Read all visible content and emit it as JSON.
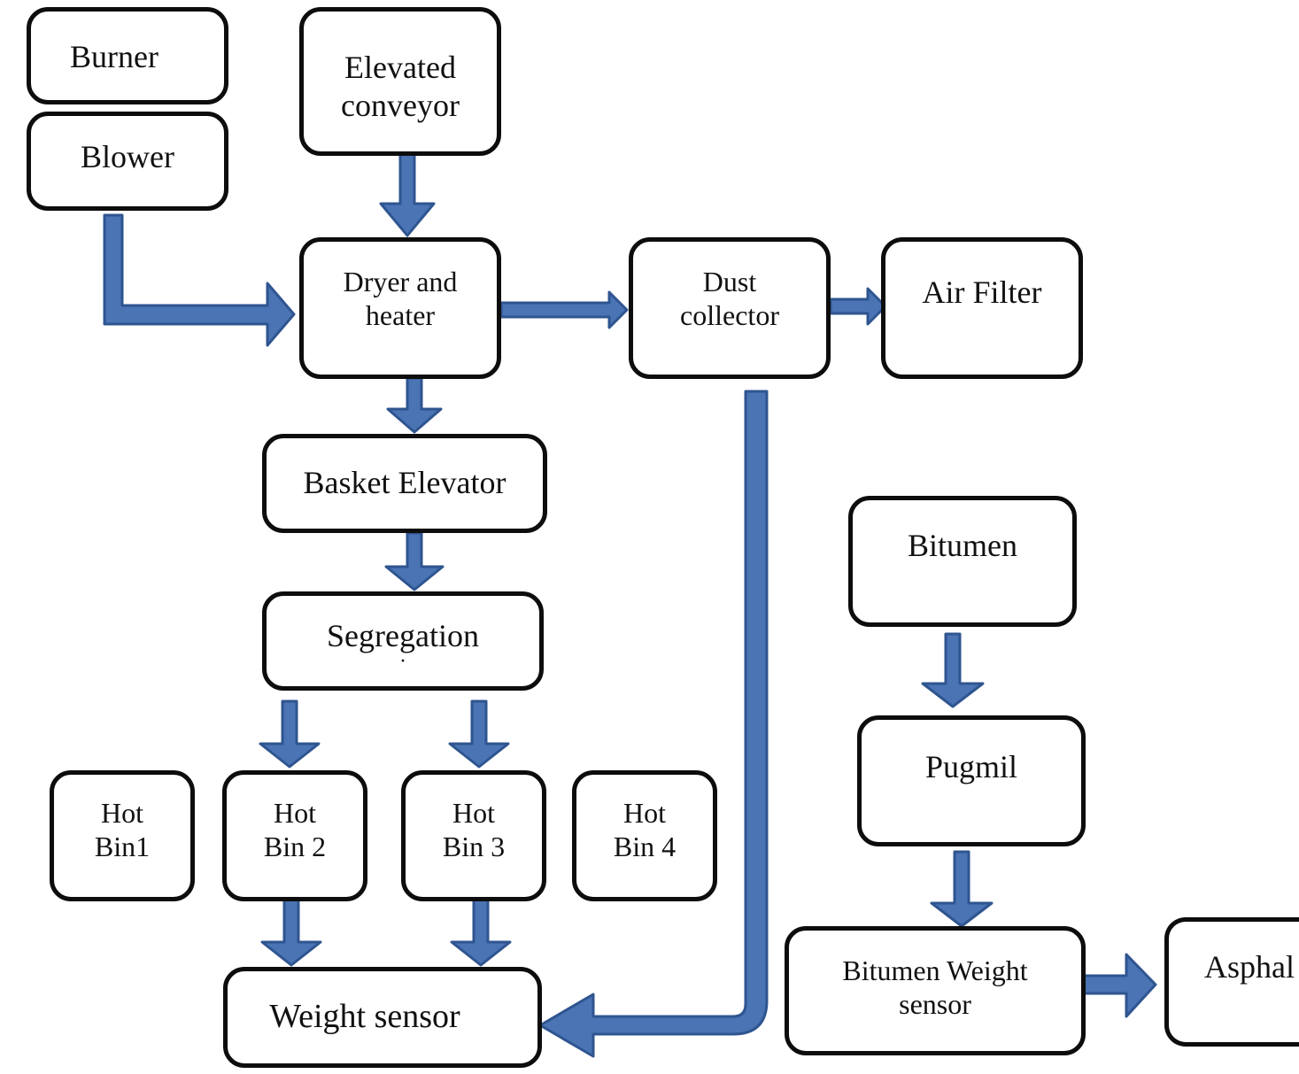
{
  "colors": {
    "arrow": "#4a74b4",
    "arrow_edge": "#2f5590",
    "box_border": "#0d0d0d"
  },
  "nodes": {
    "burner": "Burner",
    "blower": "Blower",
    "elevated_conveyor": "Elevated\nconveyor",
    "dryer_heater": "Dryer and\nheater",
    "dust_collector": "Dust\ncollector",
    "air_filter": "Air Filter",
    "basket_elevator": "Basket Elevator",
    "segregation": "Segregation",
    "segregation_dot": "·",
    "hot_bin_1": "Hot\nBin1",
    "hot_bin_2": "Hot\nBin 2",
    "hot_bin_3": "Hot\nBin 3",
    "hot_bin_4": "Hot\nBin 4",
    "weight_sensor": "Weight sensor",
    "bitumen": "Bitumen",
    "pugmil": "Pugmil",
    "bitumen_weight_sensor": "Bitumen Weight\nsensor",
    "asphalt": "Asphal"
  },
  "edges": [
    {
      "from": "elevated_conveyor",
      "to": "dryer_heater"
    },
    {
      "from": "blower",
      "to": "dryer_heater"
    },
    {
      "from": "dryer_heater",
      "to": "dust_collector"
    },
    {
      "from": "dust_collector",
      "to": "air_filter"
    },
    {
      "from": "dryer_heater",
      "to": "basket_elevator"
    },
    {
      "from": "basket_elevator",
      "to": "segregation"
    },
    {
      "from": "segregation",
      "to": "hot_bin_2"
    },
    {
      "from": "segregation",
      "to": "hot_bin_3"
    },
    {
      "from": "hot_bin_2",
      "to": "weight_sensor"
    },
    {
      "from": "hot_bin_3",
      "to": "weight_sensor"
    },
    {
      "from": "dust_collector",
      "to": "weight_sensor"
    },
    {
      "from": "bitumen",
      "to": "pugmil"
    },
    {
      "from": "pugmil",
      "to": "bitumen_weight_sensor"
    },
    {
      "from": "bitumen_weight_sensor",
      "to": "asphalt"
    }
  ]
}
